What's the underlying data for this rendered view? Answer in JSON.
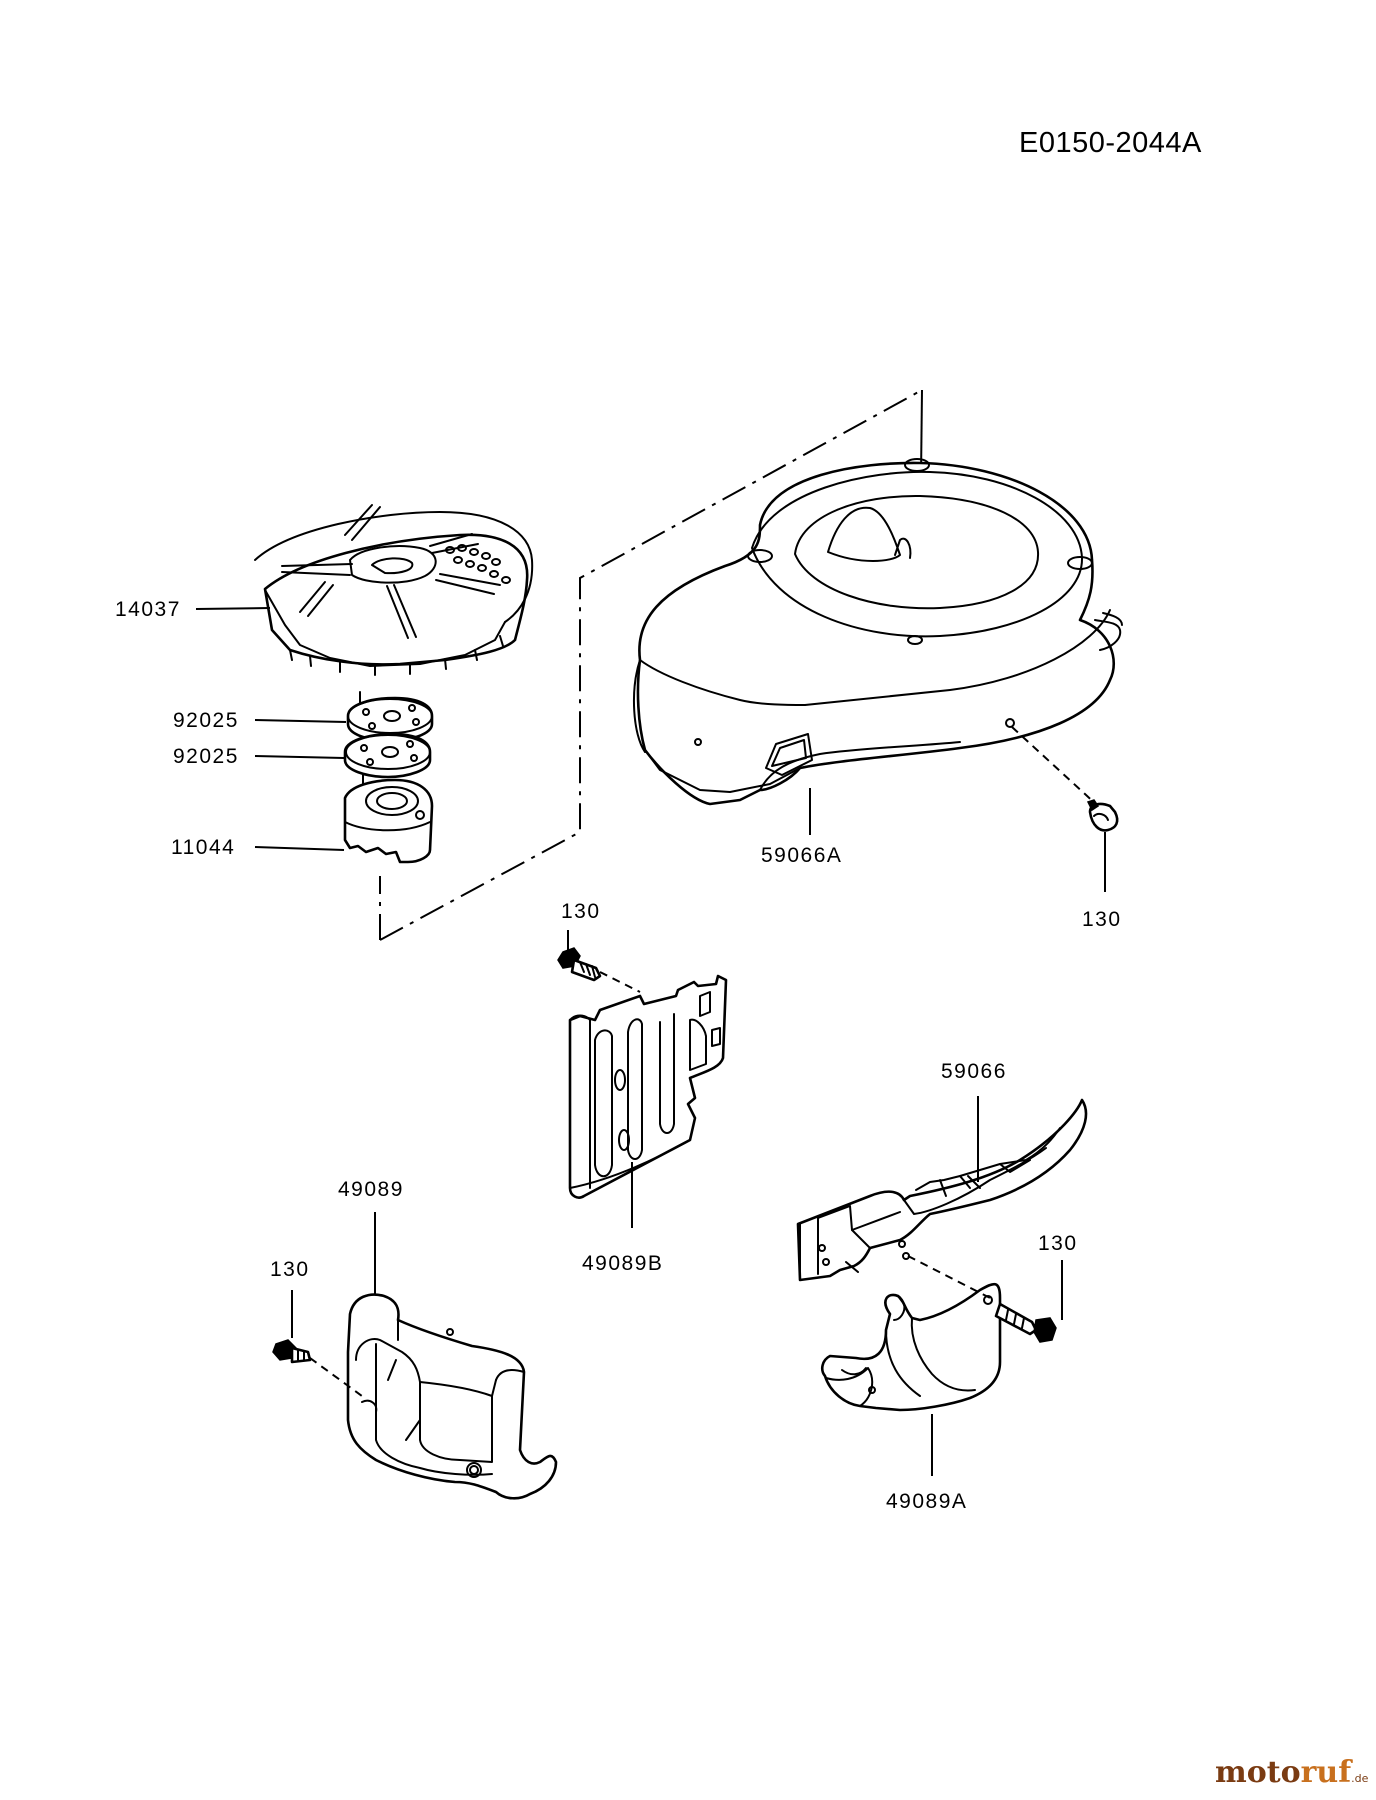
{
  "diagram_code": "E0150-2044A",
  "labels": {
    "fan": "14037",
    "spacer_top": "92025",
    "spacer_bottom": "92025",
    "hub": "11044",
    "housing": "59066A",
    "bolt_housing": "130",
    "bolt_center": "130",
    "plate_center": "49089B",
    "cover": "59066",
    "bolt_right": "130",
    "plate_left": "49089",
    "bolt_left": "130",
    "plate_right": "49089A"
  },
  "watermark": {
    "part1": "moto",
    "part2": "ruf",
    "suffix": ".de"
  }
}
